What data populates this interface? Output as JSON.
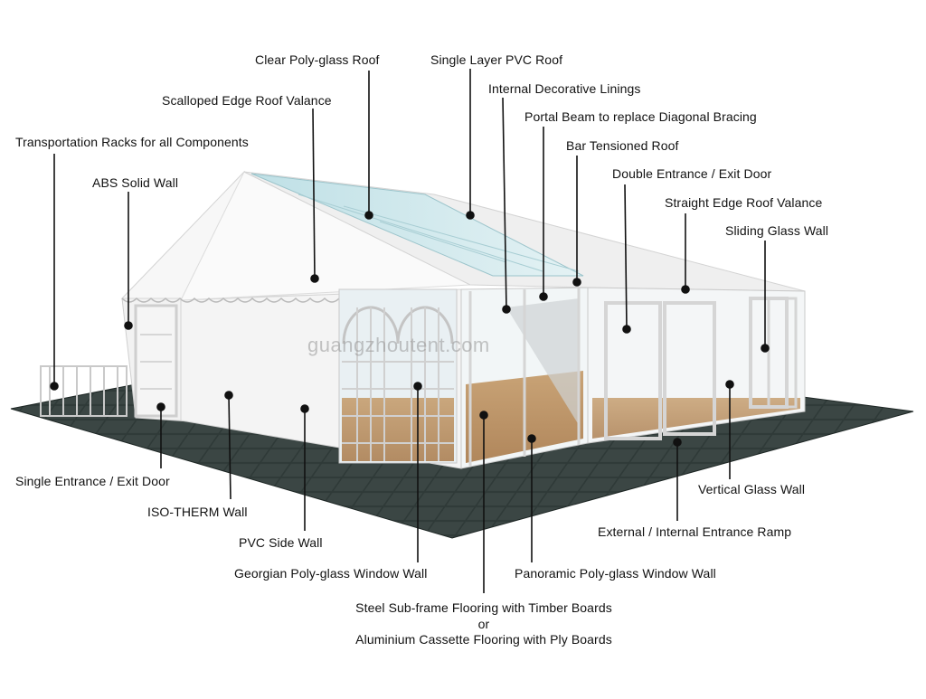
{
  "labels": {
    "clear_polyglass_roof": "Clear Poly-glass Roof",
    "single_layer_pvc_roof": "Single Layer PVC Roof",
    "internal_decorative_linings": "Internal Decorative Linings",
    "scalloped_edge_roof_valance": "Scalloped Edge Roof Valance",
    "portal_beam": "Portal Beam to replace Diagonal Bracing",
    "transportation_racks": "Transportation Racks for all Components",
    "bar_tensioned_roof": "Bar Tensioned Roof",
    "double_entrance_exit_door": "Double Entrance / Exit Door",
    "abs_solid_wall": "ABS Solid Wall",
    "straight_edge_roof_valance": "Straight Edge Roof Valance",
    "sliding_glass_wall": "Sliding Glass Wall",
    "single_entrance_exit_door": "Single Entrance / Exit Door",
    "vertical_glass_wall": "Vertical Glass Wall",
    "iso_therm_wall": "ISO-THERM Wall",
    "external_internal_ramp": "External / Internal Entrance Ramp",
    "pvc_side_wall": "PVC Side Wall",
    "georgian_window_wall": "Georgian Poly-glass Window Wall",
    "panoramic_window_wall": "Panoramic Poly-glass Window Wall",
    "flooring_line1": "Steel Sub-frame Flooring with Timber Boards",
    "flooring_or": "or",
    "flooring_line2": "Aluminium Cassette Flooring with Ply Boards"
  },
  "watermark": "guangzhoutent.com"
}
